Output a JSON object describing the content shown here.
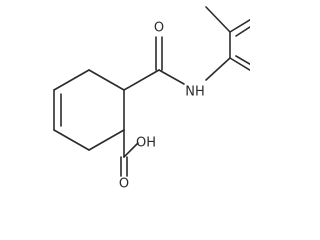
{
  "molecule": {
    "atom_labels": {
      "amide_oxygen": "O",
      "amide_nitrogen": "NH",
      "hydroxyl": "OH",
      "acid_oxygen": "O"
    }
  }
}
